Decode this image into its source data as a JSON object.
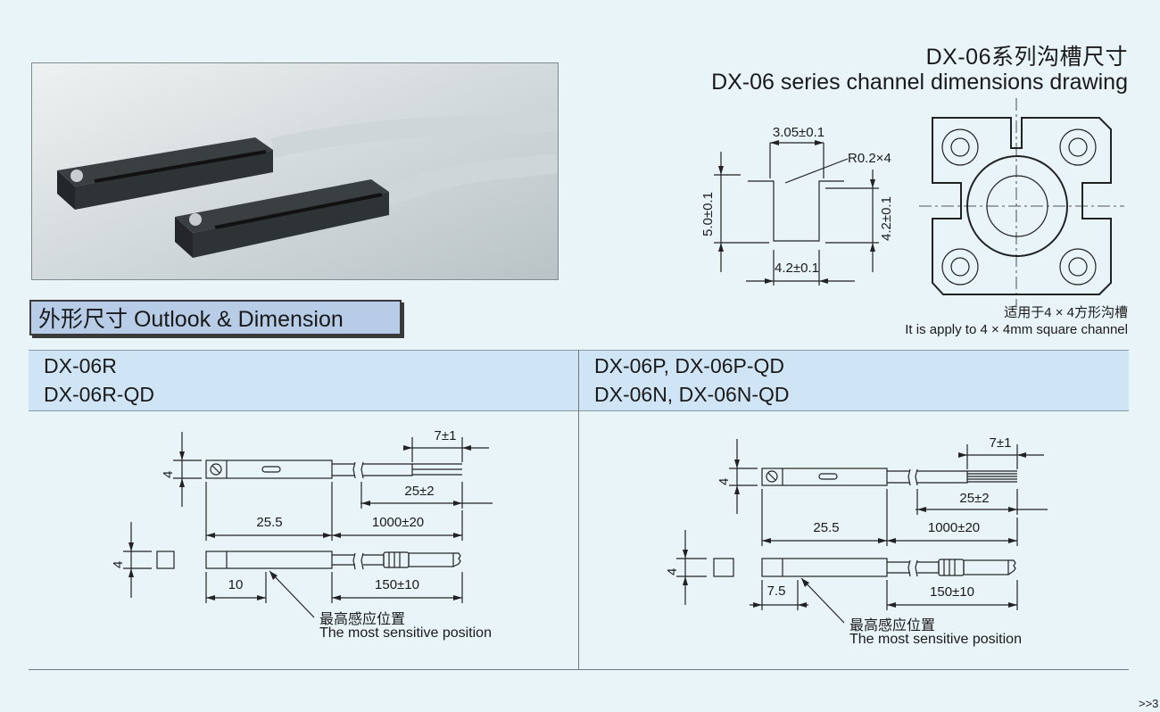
{
  "channel": {
    "title_cn": "DX-06系列沟槽尺寸",
    "title_en": "DX-06 series channel dimensions drawing",
    "dims": {
      "top_width": "3.05±0.1",
      "radius": "R0.2×4",
      "left_height": "5.0±0.1",
      "right_height": "4.2±0.1",
      "bottom_width": "4.2±0.1"
    },
    "note_cn": "适用于4 × 4方形沟槽",
    "note_en": "It is apply to 4 × 4mm square channel"
  },
  "section": {
    "heading": "外形尺寸 Outlook & Dimension"
  },
  "left": {
    "model_line1": "DX-06R",
    "model_line2": "DX-06R-QD",
    "dims": {
      "height_top": "4",
      "lead_strip": "7±1",
      "lead_wires": "25±2",
      "body_len": "25.5",
      "cable_len": "1000±20",
      "height_side": "4",
      "sense_pos": "10",
      "qd_cable": "150±10"
    },
    "sens_cn": "最高感应位置",
    "sens_en": "The most sensitive position"
  },
  "right": {
    "model_line1": "DX-06P, DX-06P-QD",
    "model_line2": "DX-06N, DX-06N-QD",
    "dims": {
      "height_top": "4",
      "lead_strip": "7±1",
      "lead_wires": "25±2",
      "body_len": "25.5",
      "cable_len": "1000±20",
      "height_side": "4",
      "sense_pos": "7.5",
      "qd_cable": "150±10"
    },
    "sens_cn": "最高感应位置",
    "sens_en": "The most sensitive position"
  },
  "pager": ">>3"
}
